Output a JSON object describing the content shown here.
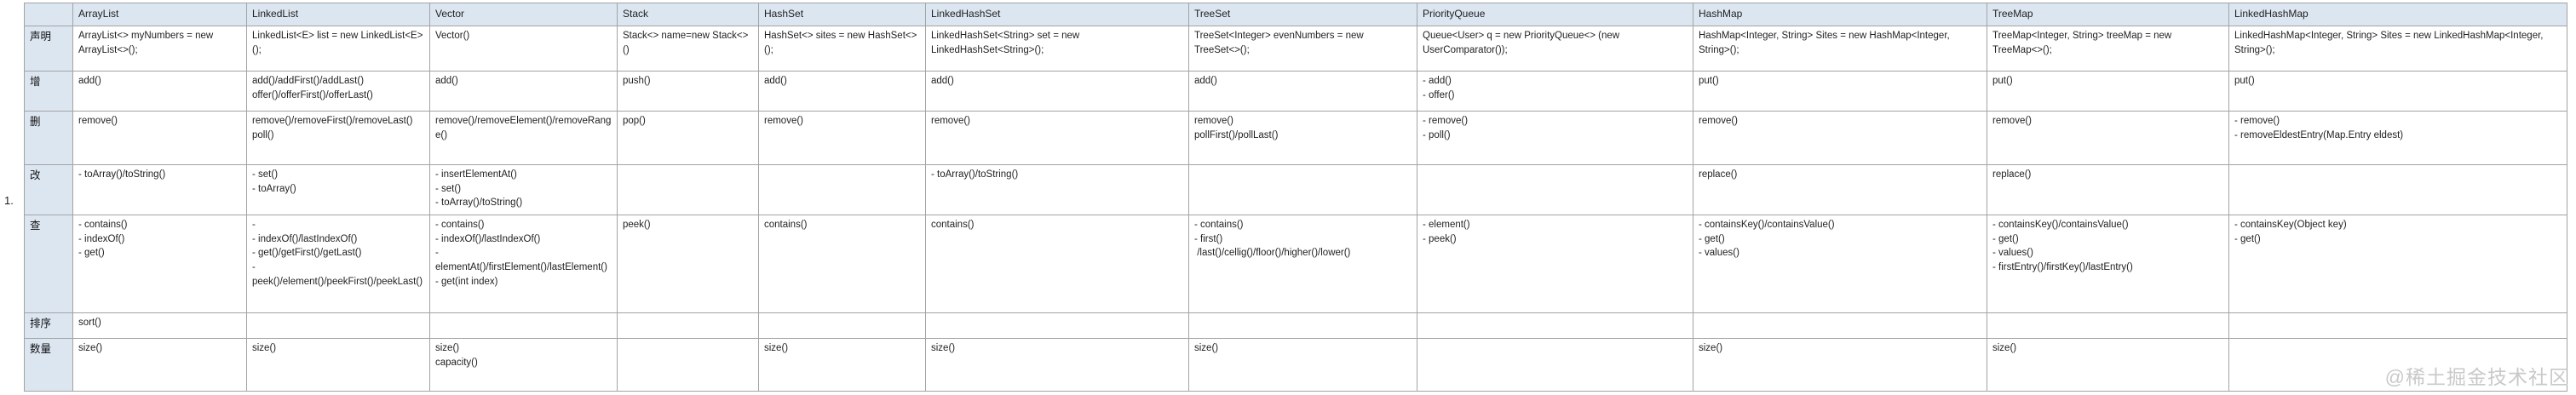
{
  "page": {
    "list_marker": "1.",
    "watermark": "@稀土掘金技术社区"
  },
  "colors": {
    "header_bg": "#dce6f1",
    "border": "#a3a3a3",
    "watermark": "#c9c9c9"
  },
  "table": {
    "columns": [
      "",
      "ArrayList",
      "LinkedList",
      "Vector",
      "Stack",
      "HashSet",
      "LinkedHashSet",
      "TreeSet",
      "PriorityQueue",
      "HashMap",
      "TreeMap",
      "LinkedHashMap"
    ],
    "rows": [
      {
        "label": "声明",
        "cells": [
          "ArrayList<> myNumbers = new ArrayList<>();",
          "LinkedList<E> list = new LinkedList<E>();",
          "Vector()",
          "Stack<> name=new Stack<>()",
          "HashSet<> sites = new HashSet<>();",
          "LinkedHashSet<String> set = new LinkedHashSet<String>();",
          "TreeSet<Integer> evenNumbers = new TreeSet<>();",
          "Queue<User> q = new PriorityQueue<> (new UserComparator());",
          "HashMap<Integer, String> Sites = new HashMap<Integer, String>();",
          "TreeMap<Integer, String> treeMap = new TreeMap<>();",
          "LinkedHashMap<Integer, String> Sites = new LinkedHashMap<Integer, String>();"
        ]
      },
      {
        "label": "增",
        "cells": [
          "add()",
          "add()/addFirst()/addLast()\noffer()/offerFirst()/offerLast()",
          "add()",
          "push()",
          "add()",
          "add()",
          "add()",
          "- add()\n- offer()",
          "put()",
          "put()",
          "put()"
        ]
      },
      {
        "label": "删",
        "cells": [
          "remove()",
          "remove()/removeFirst()/removeLast()\npoll()",
          "remove()/removeElement()/removeRange()",
          "pop()",
          "remove()",
          "remove()",
          "remove()\npollFirst()/pollLast()",
          "- remove()\n- poll()",
          "remove()",
          "remove()",
          "- remove()\n- removeEldestEntry(Map.Entry eldest)"
        ]
      },
      {
        "label": "改",
        "cells": [
          "- toArray()/toString()",
          "- set()\n- toArray()",
          "- insertElementAt()\n- set()\n- toArray()/toString()",
          "",
          "",
          "- toArray()/toString()",
          "",
          "",
          "replace()",
          "replace()",
          ""
        ]
      },
      {
        "label": "查",
        "cells": [
          "- contains()\n- indexOf()\n- get()",
          "-\n- indexOf()/lastIndexOf()\n- get()/getFirst()/getLast()\n- peek()/element()/peekFirst()/peekLast()",
          "- contains()\n- indexOf()/lastIndexOf()\n- elementAt()/firstElement()/lastElement()\n- get(int index)",
          "peek()",
          "contains()",
          "contains()",
          "- contains()\n- first()\n /last()/cellig()/floor()/higher()/lower()",
          "- element()\n- peek()",
          "- containsKey()/containsValue()\n- get()\n- values()",
          "- containsKey()/containsValue()\n- get()\n- values()\n- firstEntry()/firstKey()/lastEntry()",
          "- containsKey(Object key)\n- get()"
        ]
      },
      {
        "label": "排序",
        "cells": [
          "sort()",
          "",
          "",
          "",
          "",
          "",
          "",
          "",
          "",
          "",
          ""
        ]
      },
      {
        "label": "数量",
        "cells": [
          "size()",
          "size()",
          "size()\ncapacity()",
          "",
          "size()",
          "size()",
          "size()",
          "",
          "size()",
          "size()",
          ""
        ]
      }
    ]
  }
}
